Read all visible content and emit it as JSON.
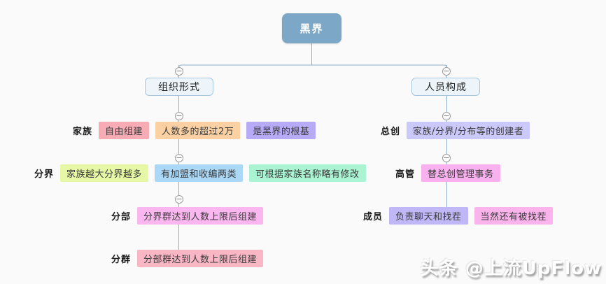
{
  "root": {
    "label": "黑界",
    "bg": "#7da7c7",
    "text_color": "#ffffff"
  },
  "branches": {
    "left": {
      "label": "组织形式",
      "rows": [
        {
          "label": "家族",
          "items": [
            {
              "text": "自由组建",
              "bg": "#f6abb5"
            },
            {
              "text": "人数多的超过2万",
              "bg": "#fbd0a2"
            },
            {
              "text": "是黑界的根基",
              "bg": "#b7aaf6"
            }
          ]
        },
        {
          "label": "分界",
          "items": [
            {
              "text": "家族越大分界越多",
              "bg": "#e6f7a6"
            },
            {
              "text": "有加盟和收编两类",
              "bg": "#abd8f7"
            },
            {
              "text": "可根据家族名称略有修改",
              "bg": "#aaf3d3"
            }
          ]
        },
        {
          "label": "分部",
          "items": [
            {
              "text": "分界群达到人数上限后组建",
              "bg": "#f9b6ef"
            }
          ]
        },
        {
          "label": "分群",
          "items": [
            {
              "text": "分部群达到人数上限后组建",
              "bg": "#f9b6c5"
            }
          ]
        }
      ]
    },
    "right": {
      "label": "人员构成",
      "rows": [
        {
          "label": "总创",
          "items": [
            {
              "text": "家族/分界/分布等的创建者",
              "bg": "#cbc9fa"
            }
          ]
        },
        {
          "label": "高管",
          "items": [
            {
              "text": "替总创管理事务",
              "bg": "#f8b0ee"
            }
          ]
        },
        {
          "label": "成员",
          "items": [
            {
              "text": "负责聊天和找茬",
              "bg": "#c0b8f6"
            },
            {
              "text": "当然还有被找茬",
              "bg": "#fab4eb"
            }
          ]
        }
      ]
    }
  },
  "icons": {
    "collapse_minus": "−"
  },
  "connector_color": "#8fb0c8",
  "background_color": "#fafafa",
  "watermark": {
    "text": "头条 @上流UpFlow"
  }
}
